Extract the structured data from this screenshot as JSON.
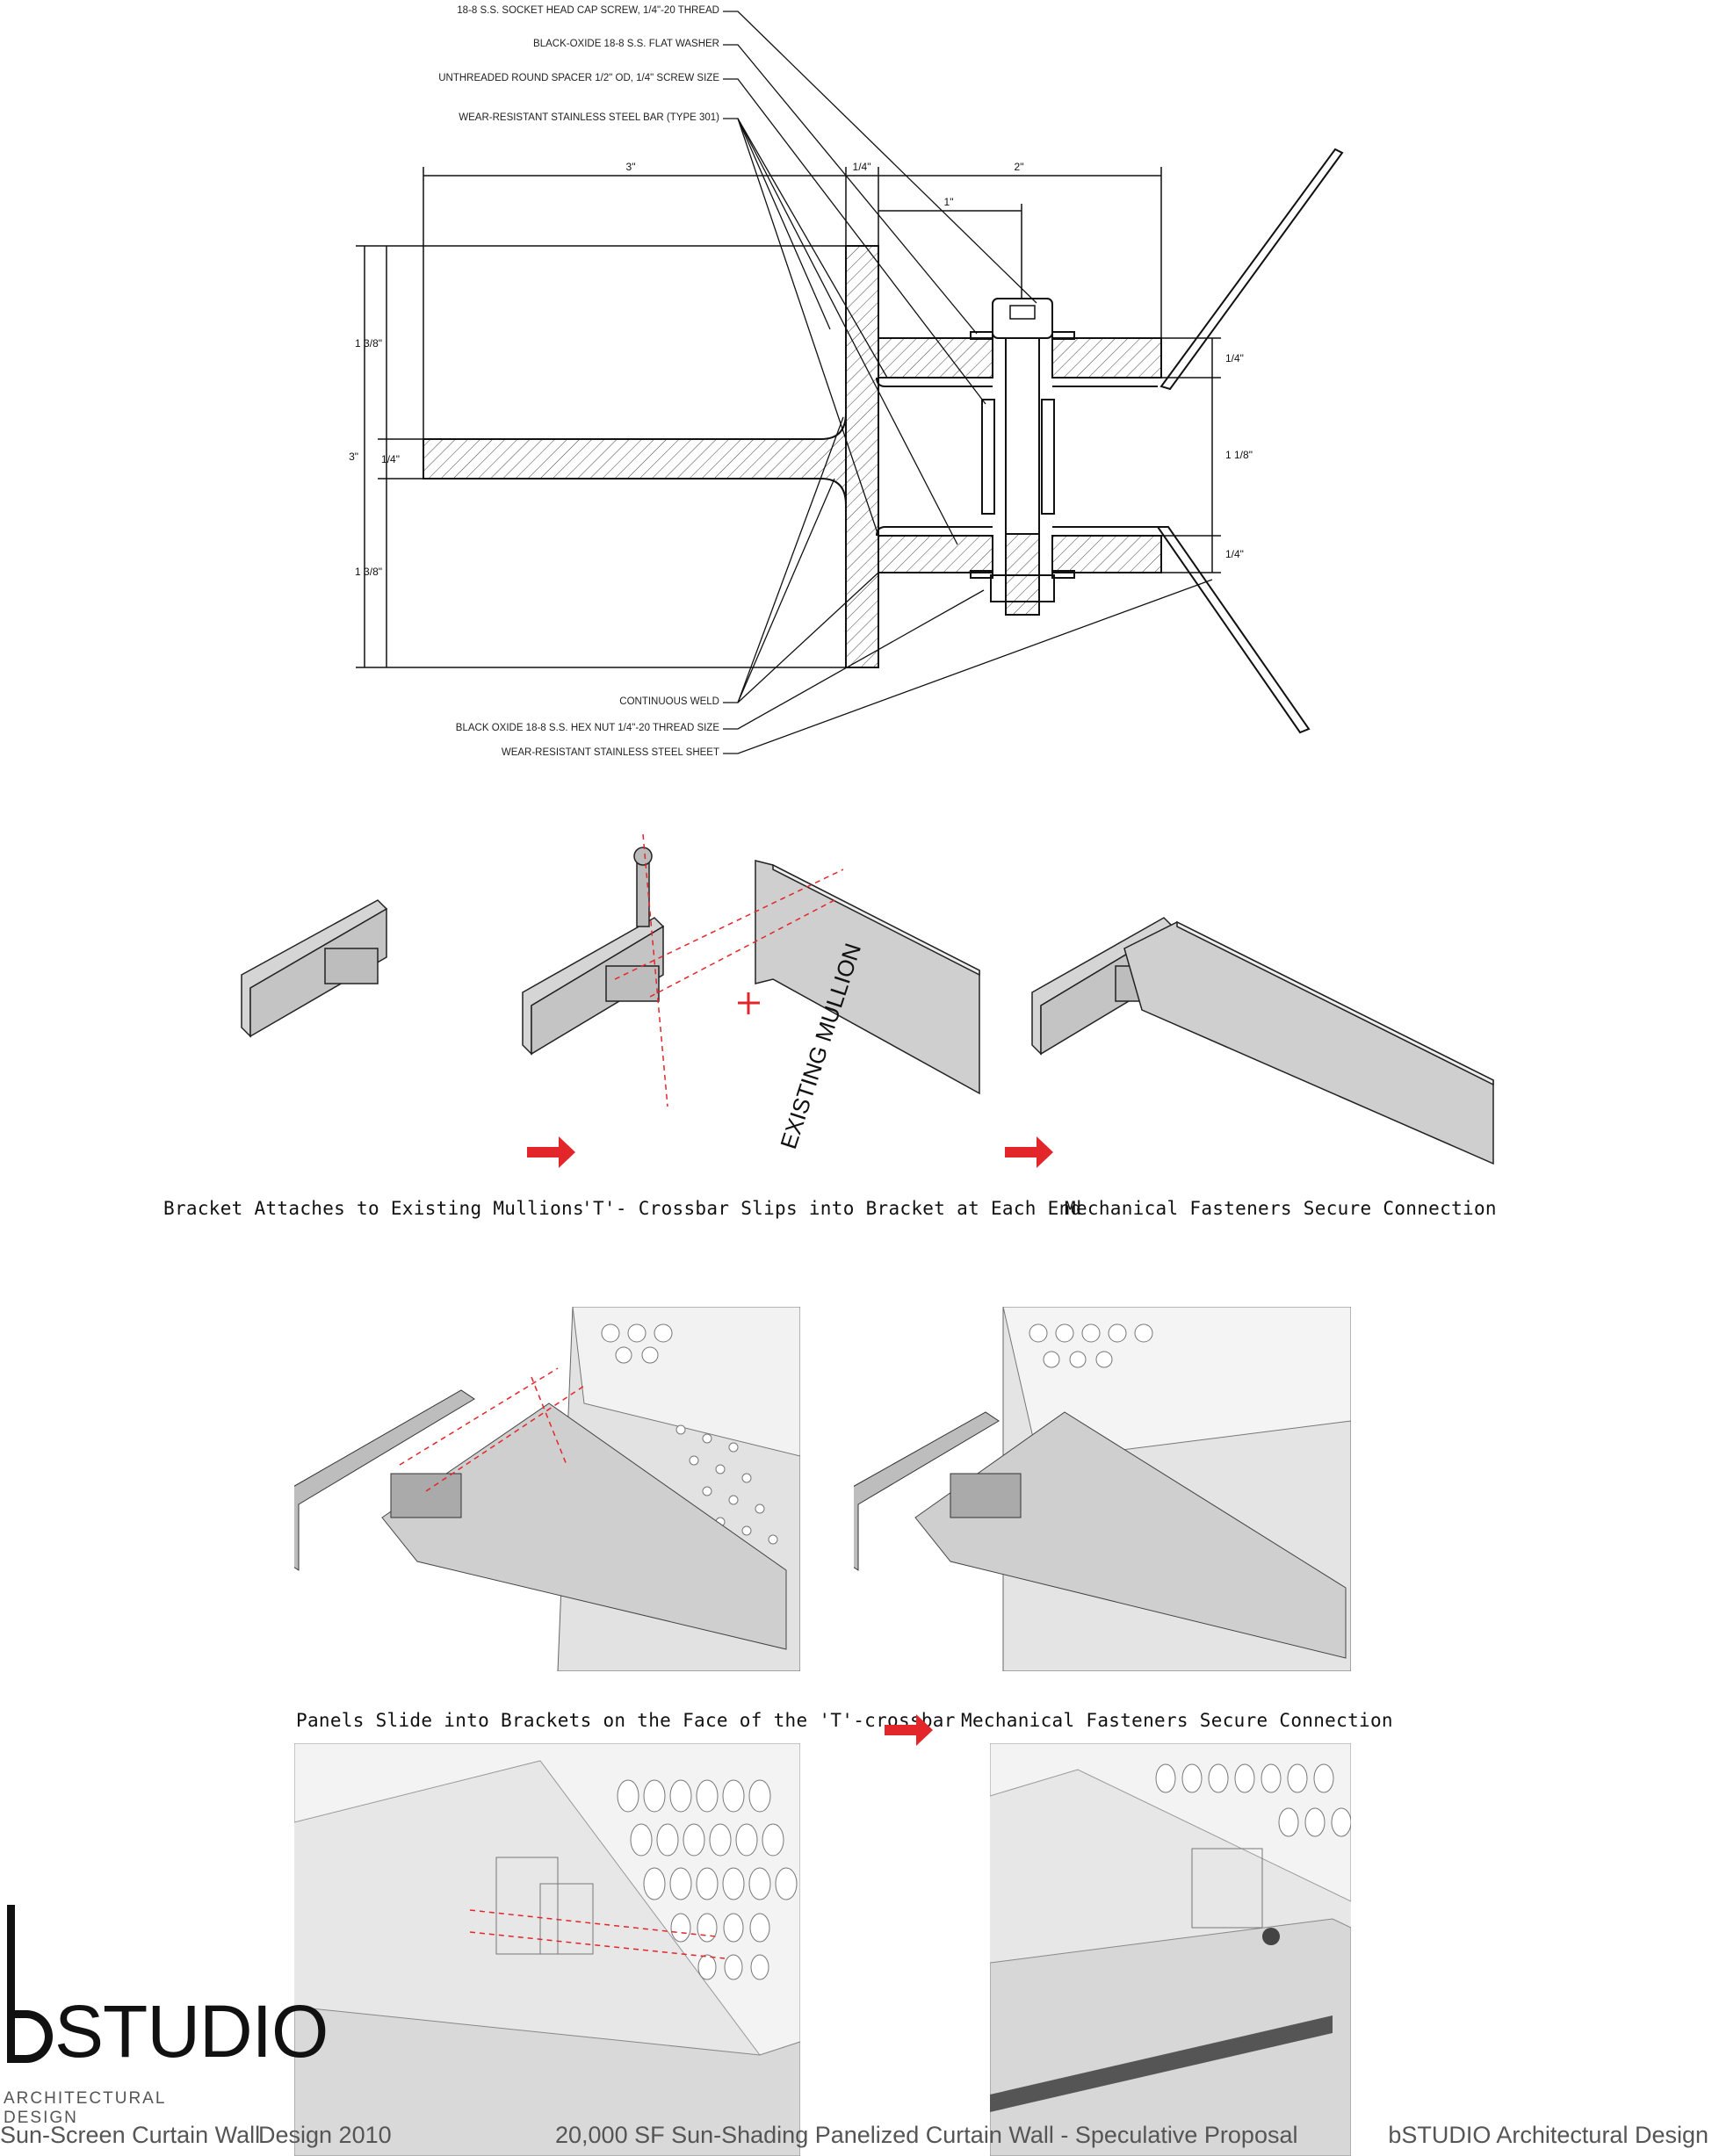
{
  "section_detail": {
    "notes_top": [
      "18-8 S.S. SOCKET HEAD CAP SCREW, 1/4\"-20 THREAD",
      "BLACK-OXIDE 18-8 S.S. FLAT WASHER",
      "UNTHREADED ROUND SPACER 1/2\" OD, 1/4\" SCREW SIZE",
      "WEAR-RESISTANT STAINLESS STEEL BAR (TYPE 301)"
    ],
    "notes_bottom": [
      "CONTINUOUS WELD",
      "BLACK OXIDE 18-8 S.S. HEX NUT 1/4\"-20 THREAD SIZE",
      "WEAR-RESISTANT STAINLESS STEEL SHEET"
    ],
    "dimensions": {
      "top_left": "3\"",
      "top_mid": "1/4\"",
      "top_right": "2\"",
      "inner": "1\"",
      "left_total": "3\"",
      "left_upper": "1 3/8\"",
      "left_mid": "1/4\"",
      "left_lower": "1 3/8\"",
      "right_upper": "1/4\"",
      "right_mid": "1 1/8\"",
      "right_lower": "1/4\""
    }
  },
  "assembly_row1": {
    "mullion_label": "EXISTING MULLION",
    "steps": [
      "Bracket Attaches to Existing Mullions",
      "'T'- Crossbar Slips into Bracket at Each End",
      "Mechanical Fasteners Secure Connection"
    ]
  },
  "assembly_row2": {
    "steps": [
      "Panels Slide into Brackets on the Face of the 'T'-crossbar",
      "Mechanical Fasteners Secure Connection"
    ]
  },
  "logo": {
    "mark": "b",
    "word": "STUDIO",
    "subtitle": "ARCHITECTURAL DESIGN"
  },
  "footer": {
    "project": "Sun-Screen Curtain Wall",
    "year": "Design 2010",
    "description": "20,000 SF Sun-Shading Panelized Curtain Wall - Speculative Proposal",
    "firm": "bSTUDIO Architectural Design"
  },
  "colors": {
    "accent_red": "#e3262a",
    "line_dark": "#1a1a1a",
    "panel_grey": "#e6e6e6"
  }
}
